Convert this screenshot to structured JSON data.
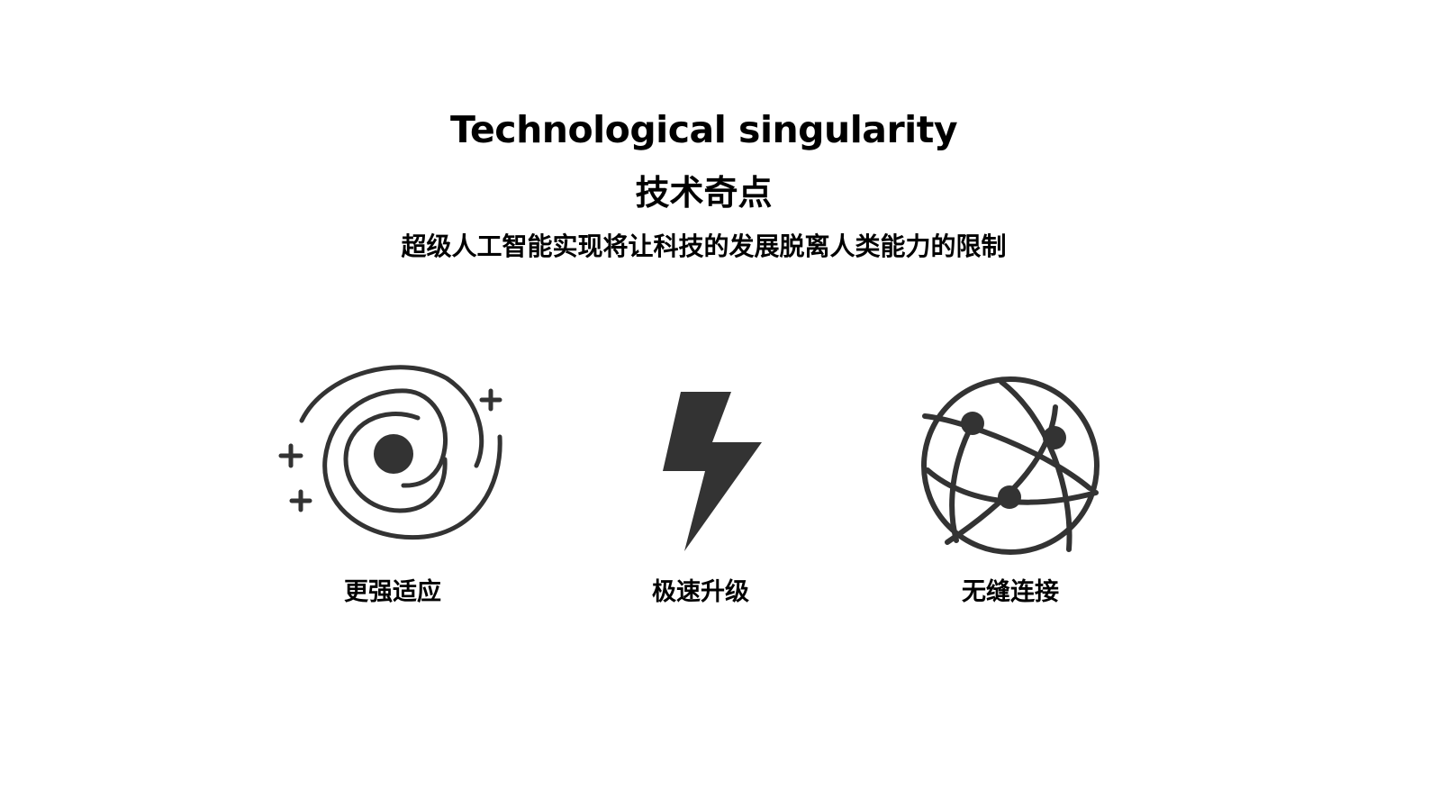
{
  "header": {
    "title_en": "Technological singularity",
    "title_cn": "技术奇点",
    "subtitle": "超级人工智能实现将让科技的发展脱离人类能力的限制"
  },
  "features": [
    {
      "icon": "galaxy-spiral-icon",
      "label": "更强适应"
    },
    {
      "icon": "lightning-bolt-icon",
      "label": "极速升级"
    },
    {
      "icon": "network-globe-icon",
      "label": "无缝连接"
    }
  ],
  "colors": {
    "text": "#000000",
    "icon": "#333333",
    "background": "#ffffff"
  }
}
